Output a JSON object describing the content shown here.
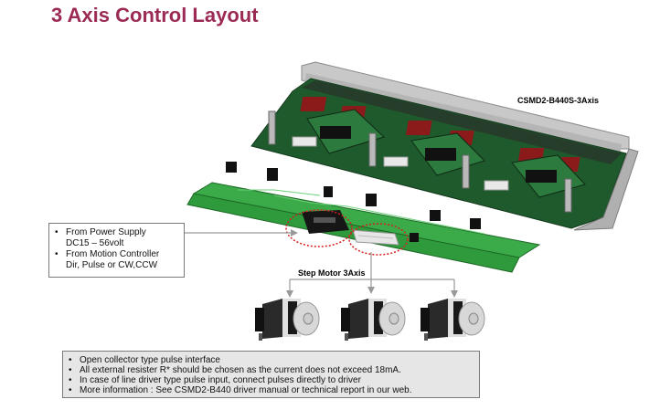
{
  "title": "3 Axis Control Layout",
  "driver_label": "CSMD2-B440S-3Axis",
  "motor_label": "Step Motor 3Axis",
  "inputs": [
    {
      "main": "From Power Supply",
      "sub": "DC15 – 56volt"
    },
    {
      "main": "From Motion Controller",
      "sub": "Dir, Pulse or CW,CCW"
    }
  ],
  "notes": [
    "Open collector type pulse interface",
    "All external resister R* should be chosen as the current does not exceed 18mA.",
    "In case of line driver type pulse input, connect pulses directly to driver",
    "More information : See CSMD2-B440 driver manual or technical report in our web."
  ],
  "colors": {
    "title": "#9b2a55",
    "pcb_green": "#2f9a3c",
    "highlight_red": "#d62020",
    "note_bg": "#e6e6e6"
  },
  "motor_count": 3
}
